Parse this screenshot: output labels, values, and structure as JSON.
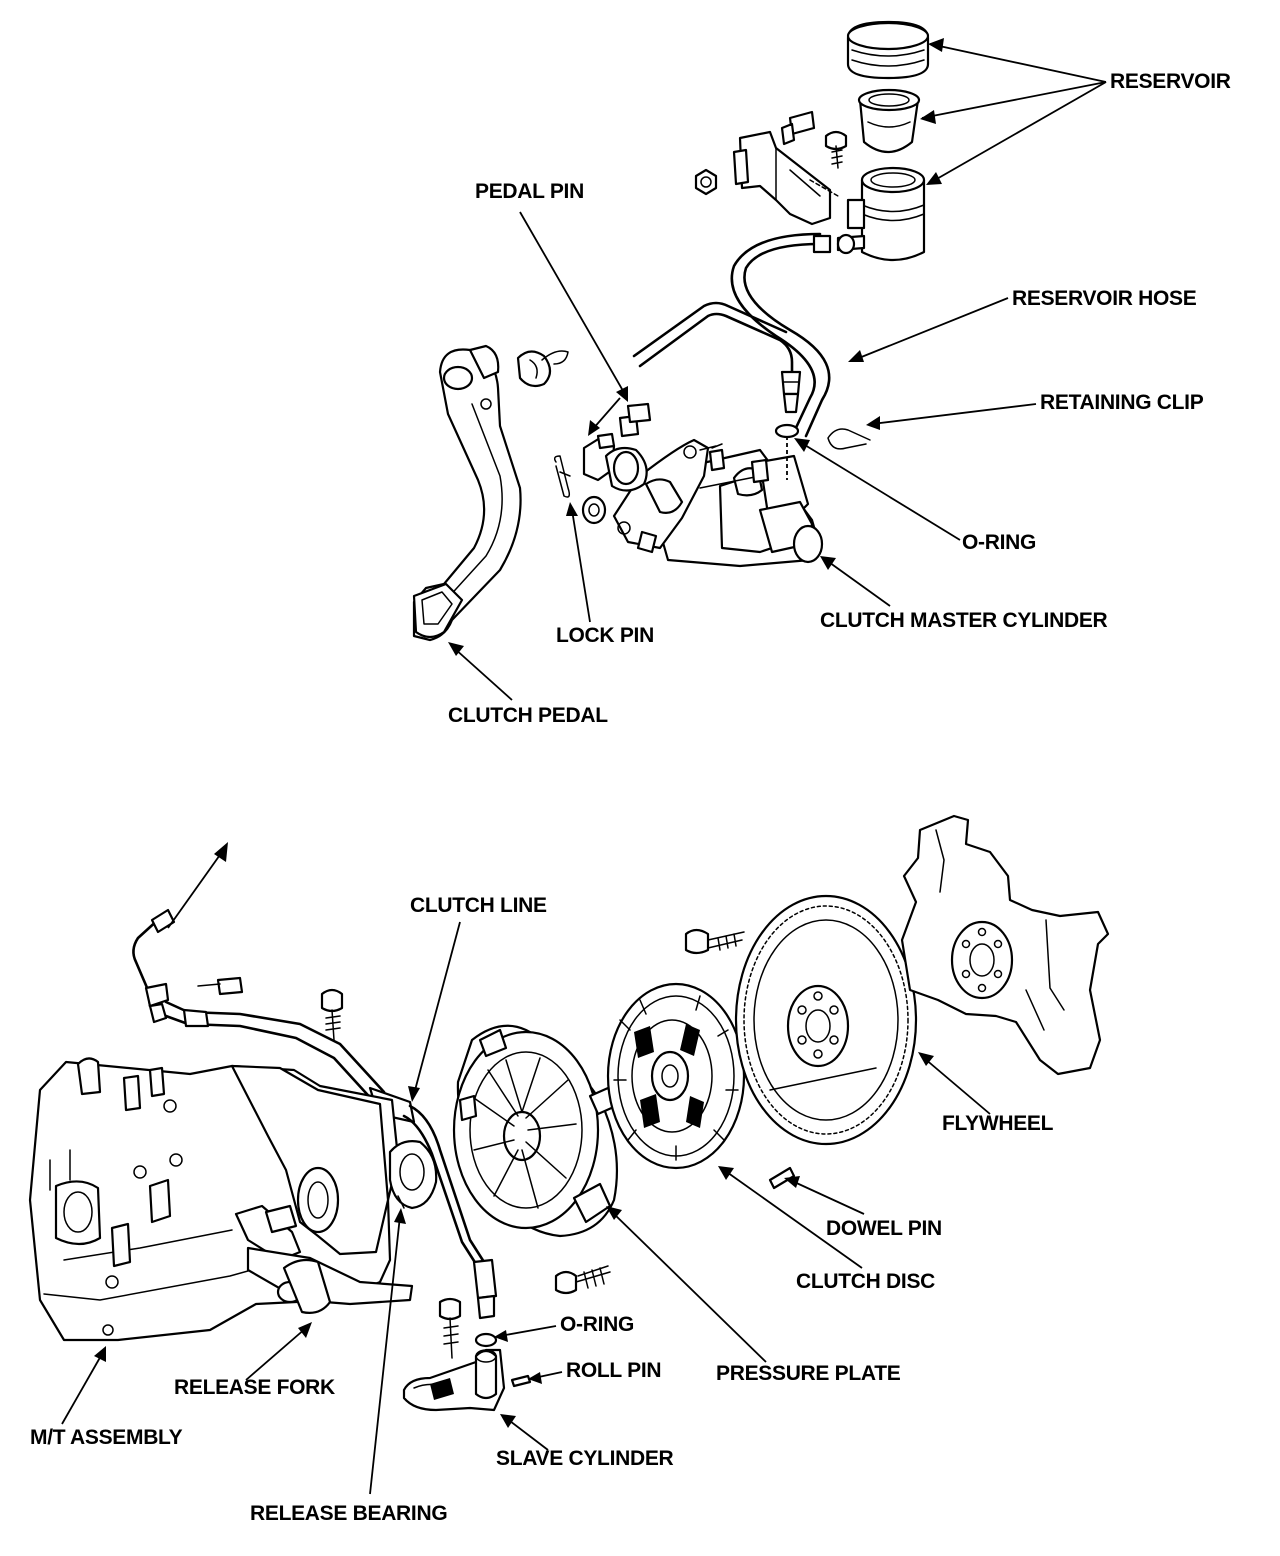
{
  "labels": {
    "reservoir": "RESERVOIR",
    "pedal_pin": "PEDAL PIN",
    "reservoir_hose": "RESERVOIR HOSE",
    "retaining_clip": "RETAINING CLIP",
    "o_ring_upper": "O-RING",
    "clutch_master_cylinder": "CLUTCH MASTER CYLINDER",
    "lock_pin": "LOCK PIN",
    "clutch_pedal": "CLUTCH PEDAL",
    "clutch_line": "CLUTCH LINE",
    "flywheel": "FLYWHEEL",
    "dowel_pin": "DOWEL PIN",
    "clutch_disc": "CLUTCH DISC",
    "o_ring_lower": "O-RING",
    "roll_pin": "ROLL PIN",
    "pressure_plate": "PRESSURE PLATE",
    "release_fork": "RELEASE FORK",
    "mt_assembly": "M/T ASSEMBLY",
    "slave_cylinder": "SLAVE CYLINDER",
    "release_bearing": "RELEASE BEARING"
  }
}
